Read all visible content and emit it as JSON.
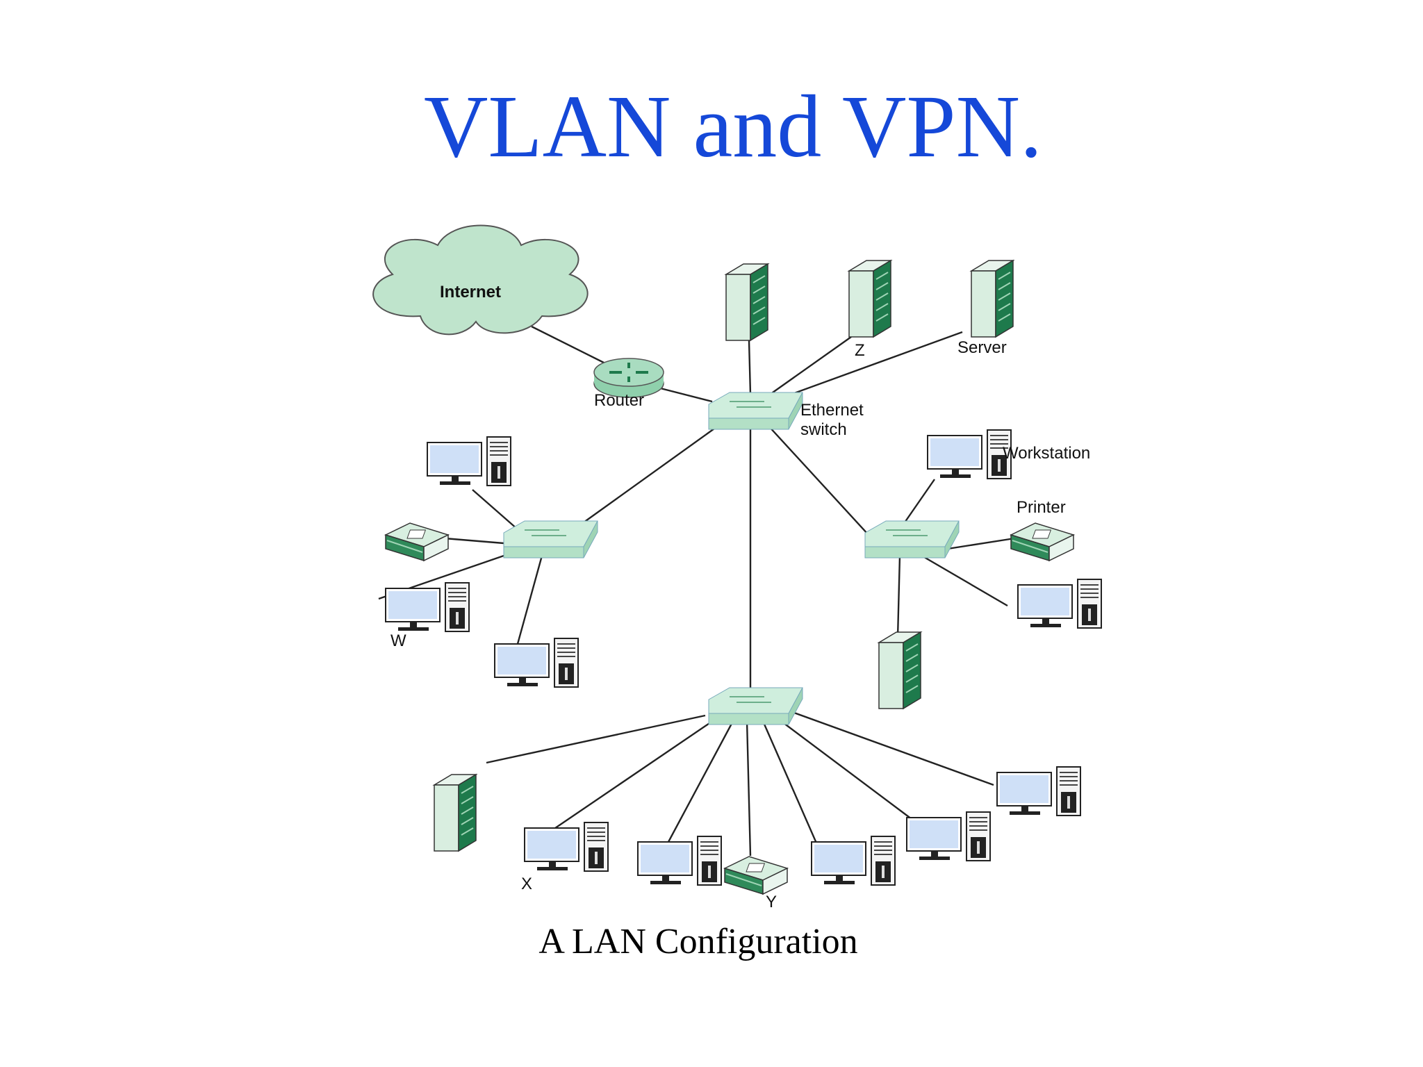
{
  "title": "VLAN and VPN.",
  "caption": "A LAN Configuration",
  "labels": {
    "internet": "Internet",
    "router": "Router",
    "switch_line1": "Ethernet",
    "switch_line2": "switch",
    "z": "Z",
    "server": "Server",
    "workstation": "Workstation",
    "printer": "Printer",
    "w": "W",
    "x": "X",
    "y": "Y"
  },
  "colors": {
    "title": "#1548d8",
    "device_green": "#bfe4cc",
    "device_dark_green": "#1e7a4c",
    "screen_blue": "#cfe0f7"
  },
  "nodes": [
    {
      "id": "cloud",
      "type": "cloud"
    },
    {
      "id": "router",
      "type": "router"
    },
    {
      "id": "sw_main",
      "type": "switch"
    },
    {
      "id": "sw_left",
      "type": "switch"
    },
    {
      "id": "sw_right",
      "type": "switch"
    },
    {
      "id": "sw_bottom",
      "type": "switch"
    },
    {
      "id": "srv_top1",
      "type": "server"
    },
    {
      "id": "srv_z",
      "type": "server"
    },
    {
      "id": "srv_server",
      "type": "server"
    },
    {
      "id": "srv_right",
      "type": "server"
    },
    {
      "id": "srv_bottom",
      "type": "server"
    },
    {
      "id": "ws_left1",
      "type": "workstation"
    },
    {
      "id": "ws_w",
      "type": "workstation"
    },
    {
      "id": "ws_left3",
      "type": "workstation"
    },
    {
      "id": "ws_workstation",
      "type": "workstation"
    },
    {
      "id": "ws_right2",
      "type": "workstation"
    },
    {
      "id": "ws_x",
      "type": "workstation"
    },
    {
      "id": "ws_b2",
      "type": "workstation"
    },
    {
      "id": "ws_b3",
      "type": "workstation"
    },
    {
      "id": "ws_b4",
      "type": "workstation"
    },
    {
      "id": "ws_b5",
      "type": "workstation"
    },
    {
      "id": "prn_left",
      "type": "printer"
    },
    {
      "id": "prn_right",
      "type": "printer"
    },
    {
      "id": "prn_y",
      "type": "printer"
    }
  ],
  "links": [
    [
      "cloud",
      "router"
    ],
    [
      "router",
      "sw_main"
    ],
    [
      "srv_top1",
      "sw_main"
    ],
    [
      "srv_z",
      "sw_main"
    ],
    [
      "srv_server",
      "sw_main"
    ],
    [
      "sw_main",
      "sw_left"
    ],
    [
      "sw_main",
      "sw_right"
    ],
    [
      "sw_main",
      "sw_bottom"
    ],
    [
      "sw_left",
      "ws_left1"
    ],
    [
      "sw_left",
      "prn_left"
    ],
    [
      "sw_left",
      "ws_w"
    ],
    [
      "sw_left",
      "ws_left3"
    ],
    [
      "sw_right",
      "ws_workstation"
    ],
    [
      "sw_right",
      "prn_right"
    ],
    [
      "sw_right",
      "ws_right2"
    ],
    [
      "sw_right",
      "srv_right"
    ],
    [
      "sw_bottom",
      "srv_bottom"
    ],
    [
      "sw_bottom",
      "ws_x"
    ],
    [
      "sw_bottom",
      "ws_b2"
    ],
    [
      "sw_bottom",
      "prn_y"
    ],
    [
      "sw_bottom",
      "ws_b3"
    ],
    [
      "sw_bottom",
      "ws_b4"
    ],
    [
      "sw_bottom",
      "ws_b5"
    ]
  ]
}
